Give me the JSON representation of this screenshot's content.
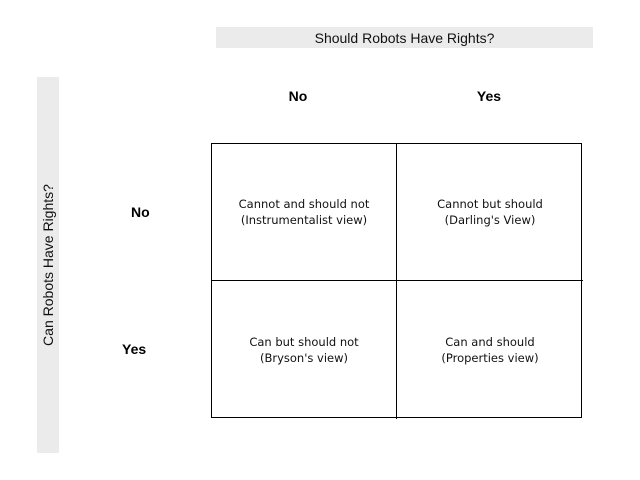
{
  "x_axis_title": "Should Robots Have Rights?",
  "y_axis_title": "Can Robots Have Rights?",
  "columns": [
    "No",
    "Yes"
  ],
  "rows": [
    "No",
    "Yes"
  ],
  "cells": [
    [
      {
        "line1": "Cannot and should not",
        "line2": "(Instrumentalist view)"
      },
      {
        "line1": "Cannot but should",
        "line2": "(Darling's View)"
      }
    ],
    [
      {
        "line1": "Can but should not",
        "line2": "(Bryson's view)"
      },
      {
        "line1": "Can and should",
        "line2": "(Properties view)"
      }
    ]
  ]
}
